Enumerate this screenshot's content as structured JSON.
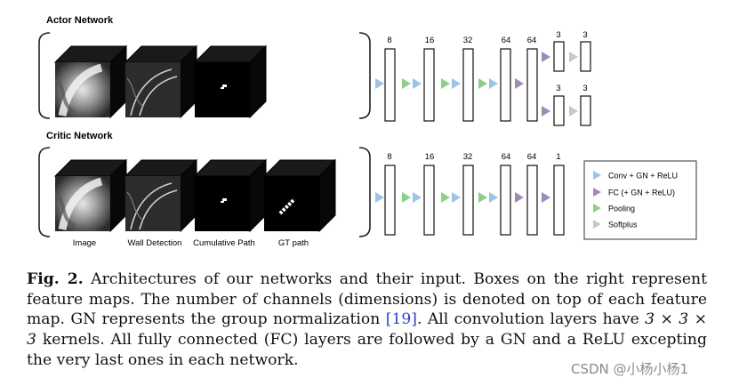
{
  "figure": {
    "actor_title": "Actor Network",
    "critic_title": "Critic Network",
    "input_labels": [
      "Image",
      "Wall Detection",
      "Cumulative Path",
      "GT path"
    ],
    "actor_channels": [
      "8",
      "16",
      "32",
      "64",
      "64"
    ],
    "actor_head_top": [
      "3",
      "3"
    ],
    "actor_head_bottom": [
      "3",
      "3"
    ],
    "critic_channels": [
      "8",
      "16",
      "32",
      "64",
      "64",
      "1"
    ],
    "legend": [
      {
        "label": "Conv + GN + ReLU",
        "color": "#9dc3e6"
      },
      {
        "label": "FC (+ GN + ReLU)",
        "color": "#a08ab8"
      },
      {
        "label": "Pooling",
        "color": "#8dcf8a"
      },
      {
        "label": "Softplus",
        "color": "#c8c8c8"
      }
    ]
  },
  "caption": {
    "label": "Fig. 2.",
    "text_1": "Architectures of our networks and their input. Boxes on the right represent feature maps. The number of channels (dimensions) is denoted on top of each feature map. GN represents the group normalization ",
    "ref": "[19]",
    "text_2": ". All convolution layers have ",
    "math": "3 × 3 × 3",
    "text_3": " kernels. All fully connected (FC) layers are followed by a GN and a ReLU excepting the very last ones in each network."
  },
  "watermark": "CSDN @小杨小杨1"
}
